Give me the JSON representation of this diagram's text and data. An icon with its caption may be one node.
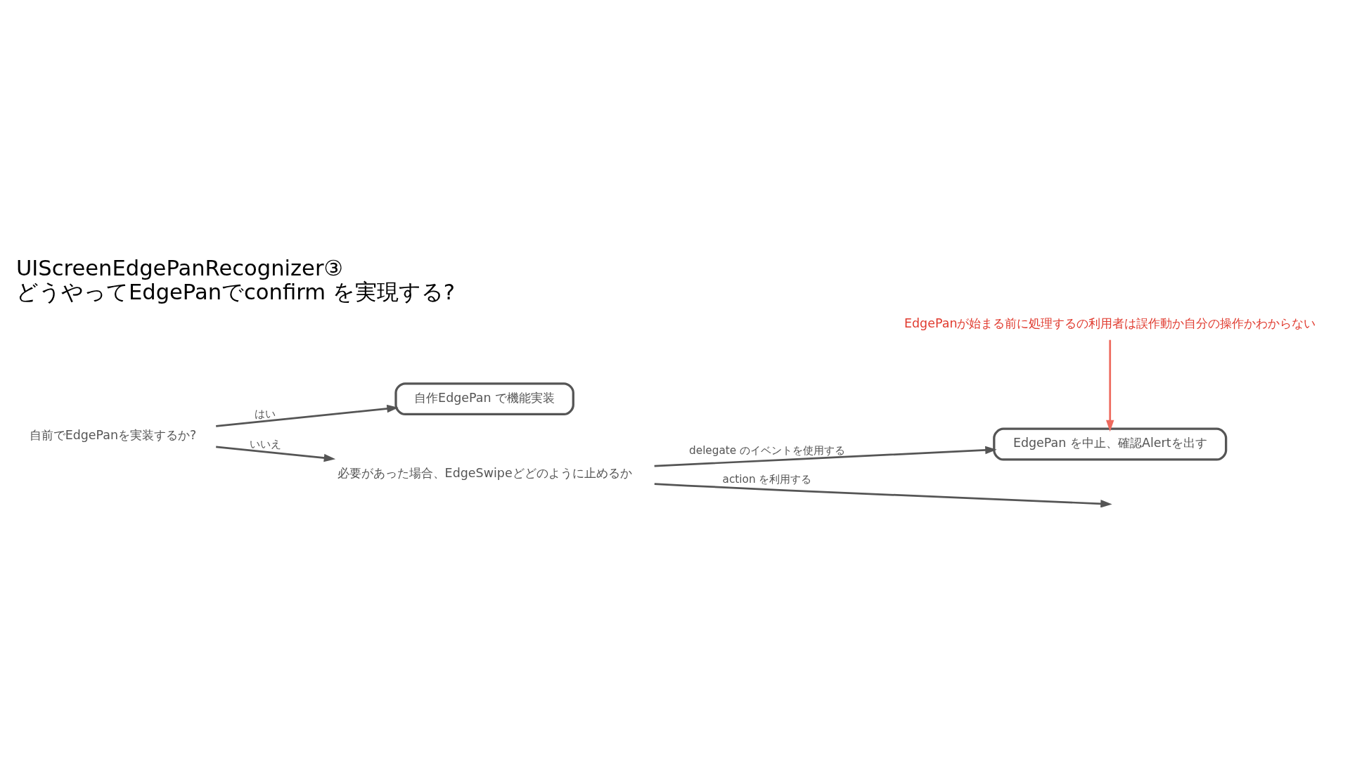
{
  "diagram": {
    "title": "UIScreenEdgePanRecognizer③",
    "caption": "どうやってEdgePanでconfirm を実現する?",
    "nodes": [
      {
        "text": [
          "自前でEdgePanを実装するか?"
        ]
      },
      {
        "text": [
          "自作EdgePan で機能実装"
        ]
      },
      {
        "text": [
          "必要があった場合、EdgeSwipeどどのように止めるか"
        ]
      },
      {
        "text": [
          "EdgePan を中止、確認Alertを出す"
        ]
      },
      {
        "text": [
          "EdgePanが始まる前に処理するの利用者は誤作動か自分の操作かわからない"
        ]
      }
    ],
    "edges": [
      {
        "from": 0,
        "to": 1,
        "arrow": "to",
        "label": "はい"
      },
      {
        "from": 0,
        "to": 2,
        "arrow": "to",
        "label": "いいえ"
      },
      {
        "from": 2,
        "to": 3,
        "arrow": "to",
        "label": "delegate のイベントを使用する"
      },
      {
        "from": 2,
        "to": null,
        "arrow": "to",
        "label": "action を利用する"
      },
      {
        "from": 4,
        "to": 3,
        "arrow": "to",
        "color": "#ee6a5e"
      }
    ]
  }
}
